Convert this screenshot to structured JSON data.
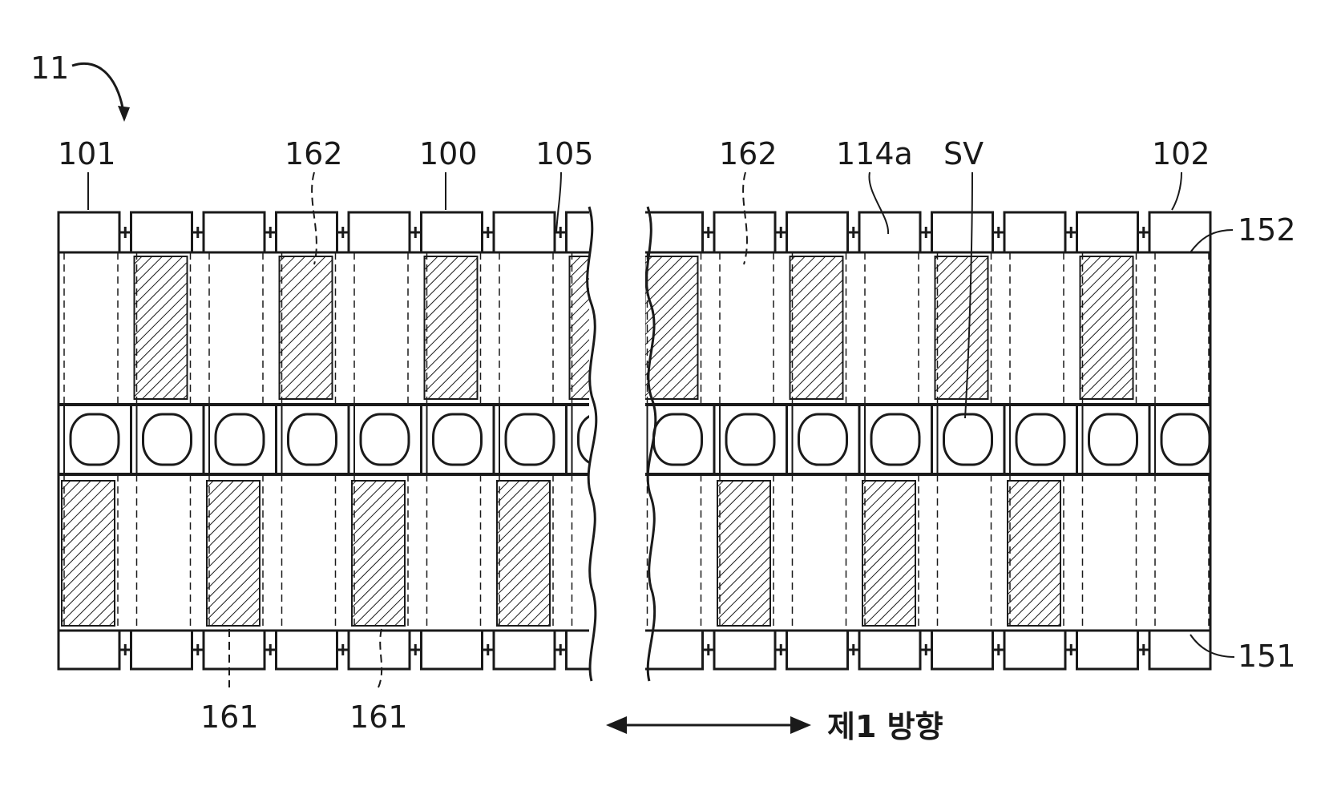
{
  "figure": {
    "ref_main": "11",
    "labels_top_left": [
      "101",
      "162",
      "100",
      "105"
    ],
    "labels_top_right": [
      "162",
      "114a",
      "SV",
      "102"
    ],
    "label_right_upper": "152",
    "label_right_lower": "151",
    "labels_bottom": [
      "161",
      "161"
    ],
    "direction_text": "제1 방향"
  },
  "colors": {
    "line": "#1a1a1a",
    "hatch": "#1a1a1a",
    "background": "#ffffff"
  }
}
